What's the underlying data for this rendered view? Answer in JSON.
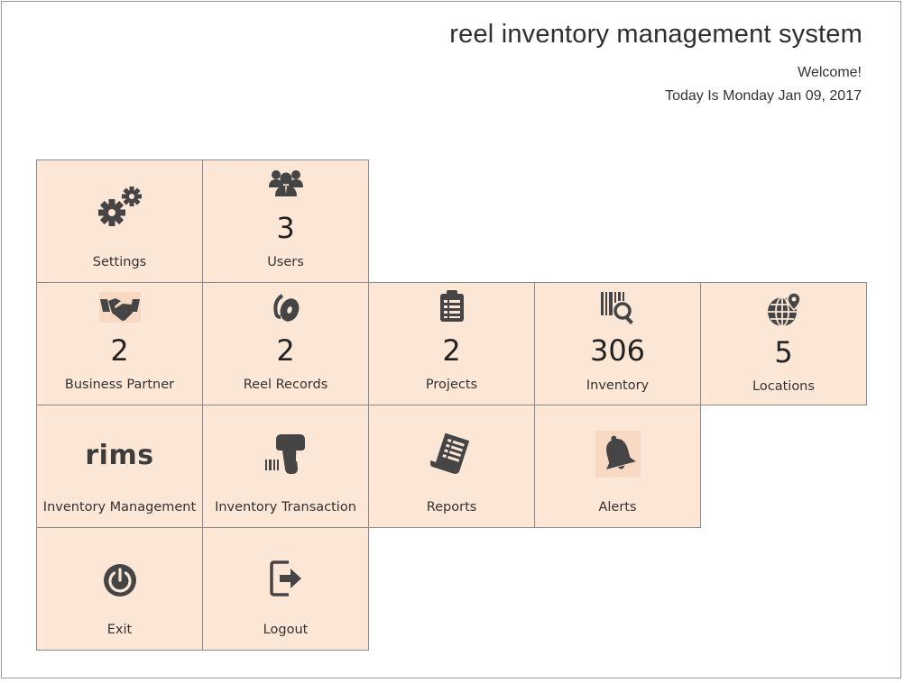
{
  "header": {
    "app_title": "reel inventory management system",
    "welcome": "Welcome!",
    "today": "Today Is Monday Jan 09, 2017"
  },
  "tiles": {
    "settings": {
      "label": "Settings",
      "icon": "gears-icon"
    },
    "users": {
      "label": "Users",
      "count": "3",
      "icon": "users-group-icon"
    },
    "business_partner": {
      "label": "Business Partner",
      "count": "2",
      "icon": "handshake-icon"
    },
    "reel_records": {
      "label": "Reel Records",
      "count": "2",
      "icon": "reel-icon"
    },
    "projects": {
      "label": "Projects",
      "count": "2",
      "icon": "clipboard-checklist-icon"
    },
    "inventory": {
      "label": "Inventory",
      "count": "306",
      "icon": "barcode-search-icon"
    },
    "locations": {
      "label": "Locations",
      "count": "5",
      "icon": "globe-pin-icon"
    },
    "inventory_management": {
      "label": "Inventory Management",
      "logo_text": "rims",
      "icon": "rims-logo"
    },
    "inventory_transaction": {
      "label": "Inventory Transaction",
      "icon": "barcode-scanner-icon"
    },
    "reports": {
      "label": "Reports",
      "icon": "report-scroll-icon"
    },
    "alerts": {
      "label": "Alerts",
      "icon": "bell-icon"
    },
    "exit": {
      "label": "Exit",
      "icon": "power-icon"
    },
    "logout": {
      "label": "Logout",
      "icon": "logout-icon"
    }
  },
  "colors": {
    "tile_background": "#fce6d5",
    "tile_border": "#8a8a8a",
    "icon": "#4a4a4a"
  }
}
